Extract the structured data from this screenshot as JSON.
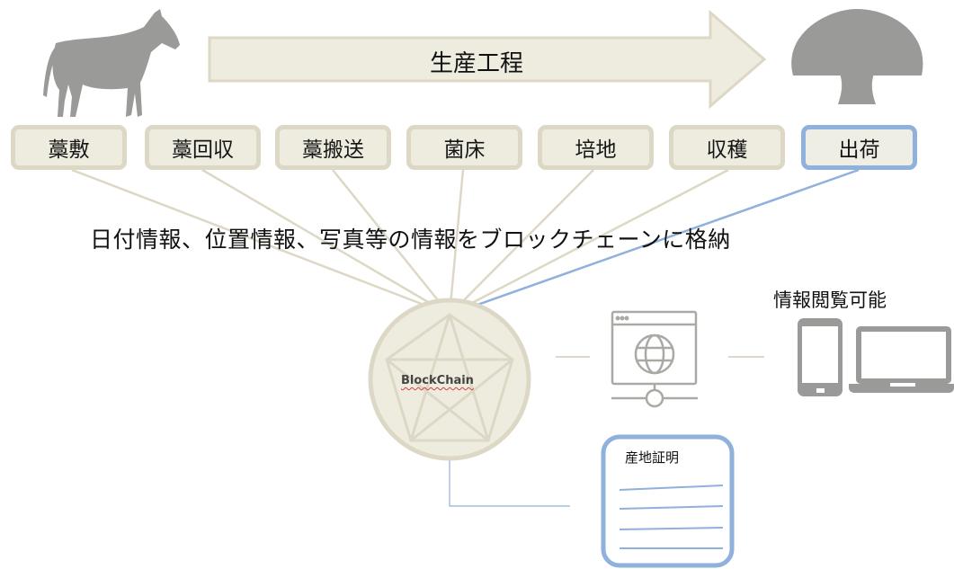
{
  "process_title": "生産工程",
  "steps": [
    "藁敷",
    "藁回収",
    "藁搬送",
    "菌床",
    "培地",
    "収穫",
    "出荷"
  ],
  "highlighted_step": "出荷",
  "caption": "日付情報、位置情報、写真等の情報をブロックチェーンに格納",
  "blockchain_label": "BlockChain",
  "viewing_label": "情報閲覧可能",
  "certificate_title": "産地証明",
  "icons": [
    "horse-icon",
    "mushroom-icon",
    "blockchain-pentagon-icon",
    "web-browser-icon",
    "smartphone-icon",
    "laptop-icon",
    "certificate-document-icon"
  ],
  "colors": {
    "beige": "#ddd8c6",
    "beige_fill": "#eeecdf",
    "highlight_blue": "#8fb1db",
    "icon_gray": "#9a9a98"
  }
}
